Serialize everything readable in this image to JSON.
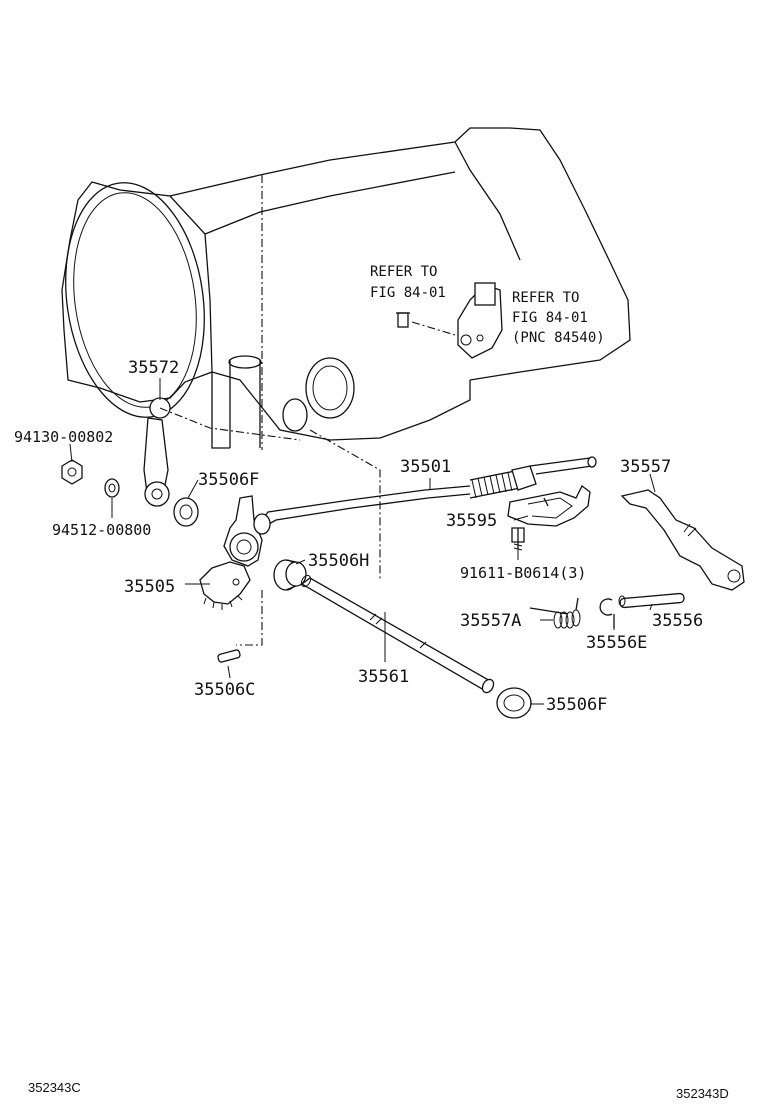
{
  "labels": {
    "p35572": "35572",
    "p94130": "94130-00802",
    "p35506F_top": "35506F",
    "p94512": "94512-00800",
    "p35505": "35505",
    "p35506H": "35506H",
    "p35506C": "35506C",
    "p35561": "35561",
    "p35506F_bot": "35506F",
    "p35501": "35501",
    "p35595": "35595",
    "p91611": "91611-B0614(3)",
    "p35557": "35557",
    "p35557A": "35557A",
    "p35556": "35556",
    "p35556E": "35556E"
  },
  "refs": {
    "left_line1": "REFER TO",
    "left_line2": "FIG 84-01",
    "right_line1": "REFER TO",
    "right_line2": "FIG 84-01",
    "right_line3": "(PNC 84540)"
  },
  "codes": {
    "bottom_left": "352343C",
    "bottom_right": "352343D"
  }
}
